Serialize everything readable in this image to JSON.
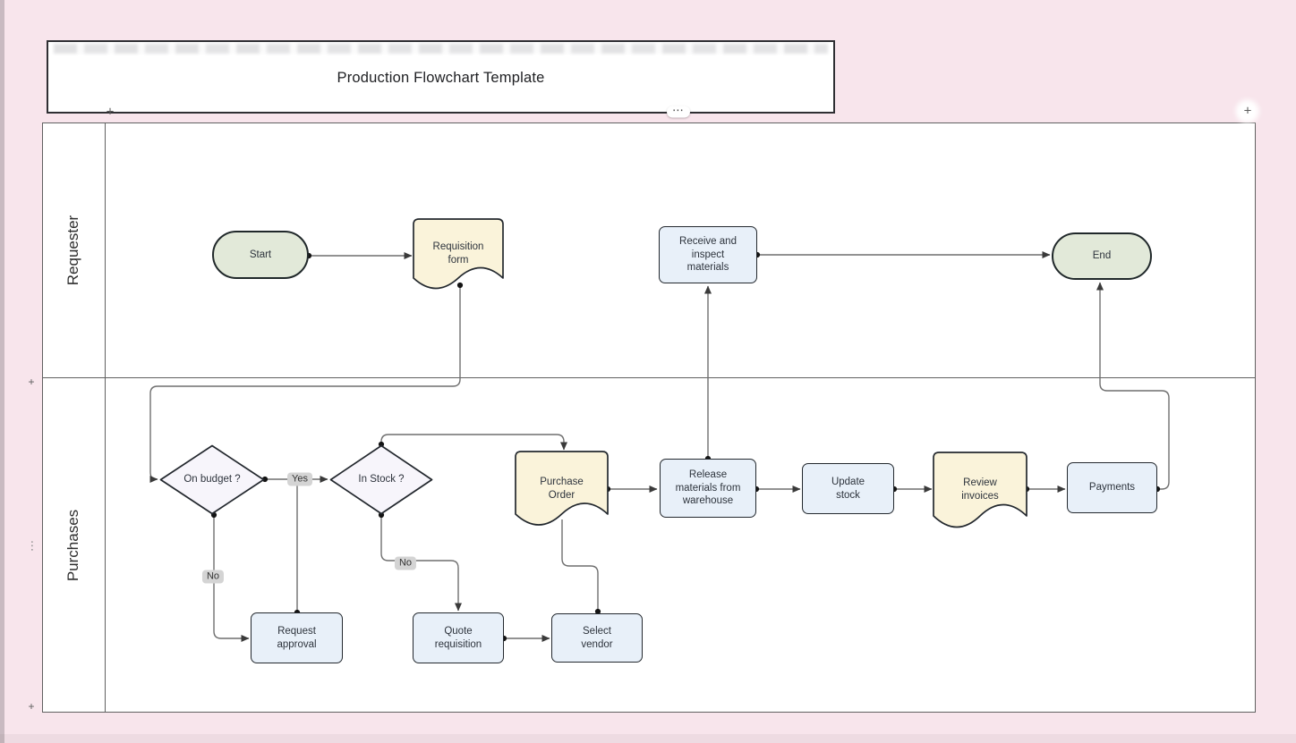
{
  "title": "Production Flowchart Template",
  "swimlanes": {
    "lanes": [
      {
        "label": "Requester"
      },
      {
        "label": "Purchases"
      }
    ]
  },
  "nodes": {
    "start": {
      "label": "Start",
      "type": "terminator"
    },
    "requisition_form": {
      "label": "Requisition form",
      "type": "document"
    },
    "receive_inspect": {
      "label": "Receive and inspect materials",
      "type": "process"
    },
    "end": {
      "label": "End",
      "type": "terminator"
    },
    "on_budget": {
      "label": "On budget ?",
      "type": "decision"
    },
    "in_stock": {
      "label": "In Stock ?",
      "type": "decision"
    },
    "purchase_order": {
      "label": "Purchase Order",
      "type": "document"
    },
    "release_materials": {
      "label": "Release materials from warehouse",
      "type": "process"
    },
    "update_stock": {
      "label": "Update stock",
      "type": "process"
    },
    "review_invoices": {
      "label": "Review invoices",
      "type": "document"
    },
    "payments": {
      "label": "Payments",
      "type": "process"
    },
    "request_approval": {
      "label": "Request approval",
      "type": "process"
    },
    "quote_requisition": {
      "label": "Quote requisition",
      "type": "process"
    },
    "select_vendor": {
      "label": "Select vendor",
      "type": "process"
    }
  },
  "edge_labels": {
    "on_budget_yes": "Yes",
    "on_budget_no": "No",
    "in_stock_no": "No"
  },
  "edges": [
    {
      "from": "start",
      "to": "requisition_form"
    },
    {
      "from": "requisition_form",
      "to": "on_budget"
    },
    {
      "from": "on_budget",
      "to": "in_stock",
      "label": "Yes"
    },
    {
      "from": "on_budget",
      "to": "request_approval",
      "label": "No"
    },
    {
      "from": "request_approval",
      "to": "on_budget_in_stock_edge"
    },
    {
      "from": "in_stock",
      "to": "quote_requisition",
      "label": "No"
    },
    {
      "from": "in_stock",
      "to": "purchase_order"
    },
    {
      "from": "quote_requisition",
      "to": "select_vendor"
    },
    {
      "from": "select_vendor",
      "to": "purchase_order"
    },
    {
      "from": "purchase_order",
      "to": "release_materials"
    },
    {
      "from": "release_materials",
      "to": "receive_inspect"
    },
    {
      "from": "release_materials",
      "to": "update_stock"
    },
    {
      "from": "update_stock",
      "to": "review_invoices"
    },
    {
      "from": "review_invoices",
      "to": "payments"
    },
    {
      "from": "payments",
      "to": "end"
    },
    {
      "from": "receive_inspect",
      "to": "end"
    }
  ],
  "icons": {
    "add": "+",
    "more_horizontal": "⋯",
    "more_vertical": "⋮"
  },
  "colors": {
    "canvas_pink": "#f8e5ec",
    "fill_green": "#e2e9d9",
    "fill_yellow": "#faf3da",
    "fill_blue": "#e8f0f9",
    "fill_lavender": "#f7f5fb",
    "edge_line": "#6f6f6f",
    "node_border": "#23282e",
    "edge_label_bg": "#d4d4d4"
  }
}
